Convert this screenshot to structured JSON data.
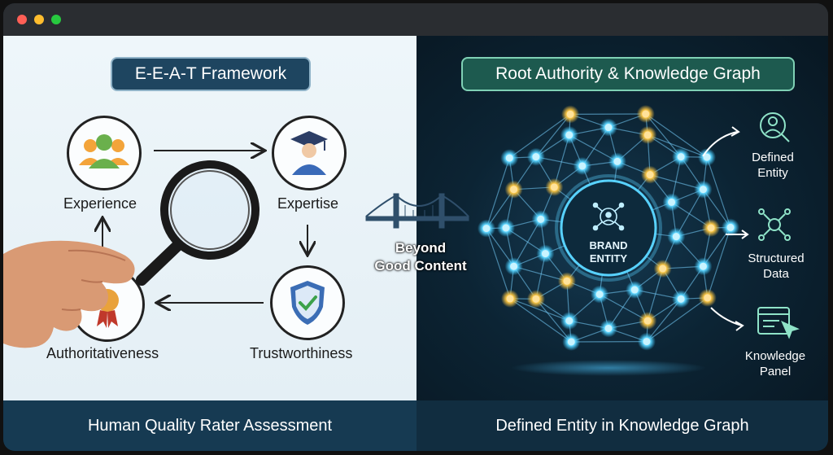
{
  "window": {
    "controls": [
      "close",
      "minimize",
      "maximize"
    ]
  },
  "left_panel": {
    "title": "E-E-A-T Framework",
    "nodes": {
      "experience": "Experience",
      "expertise": "Expertise",
      "trustworthiness": "Trustworthiness",
      "authoritativeness": "Authoritativeness"
    },
    "footer": "Human Quality Rater Assessment"
  },
  "bridge": {
    "line1": "Beyond",
    "line2": "Good Content"
  },
  "right_panel": {
    "title": "Root Authority & Knowledge Graph",
    "center": {
      "line1": "BRAND",
      "line2": "ENTITY"
    },
    "items": [
      {
        "line1": "Defined",
        "line2": "Entity",
        "icon": "person-search-icon"
      },
      {
        "line1": "Structured",
        "line2": "Data",
        "icon": "network-icon"
      },
      {
        "line1": "Knowledge",
        "line2": "Panel",
        "icon": "panel-cursor-icon"
      }
    ],
    "footer": "Defined Entity in Knowledge Graph"
  },
  "colors": {
    "left_title_bg": "#1e4560",
    "right_title_bg": "#1d5a4f",
    "node_glow": "#35c8ff",
    "node_gold": "#f5c242"
  }
}
